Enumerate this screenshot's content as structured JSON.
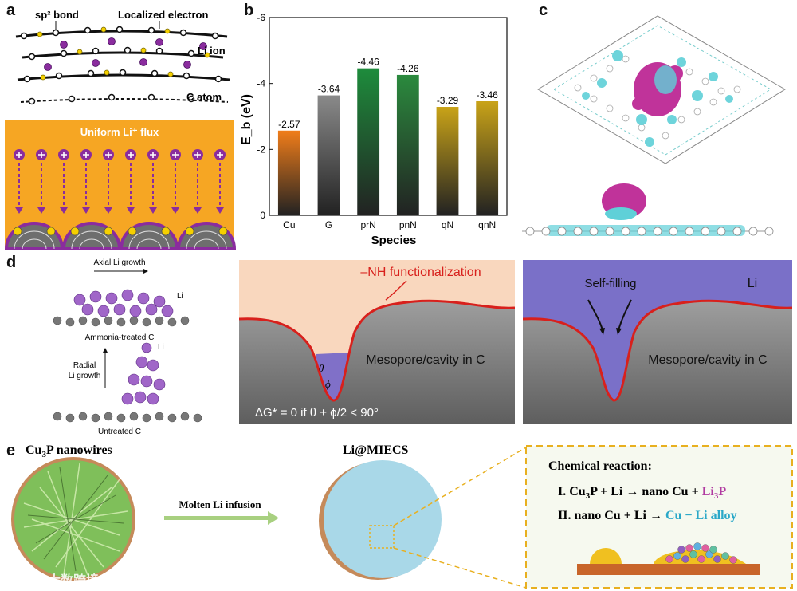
{
  "panel_letters": {
    "a": "a",
    "b": "b",
    "c": "c",
    "d": "d",
    "e": "e"
  },
  "panel_a": {
    "sp2_bond": "sp² bond",
    "localized_electron": "Localized electron",
    "li_ion": "Li ion",
    "c_atom": "C atom",
    "uniform_flux": "Uniform Li⁺ flux",
    "colors": {
      "flux_bg": "#f6a623",
      "arrow": "#8a2c9e",
      "cation": "#8a2c9e",
      "electron": "#f5d000"
    }
  },
  "chart_data": {
    "type": "bar",
    "categories": [
      "Cu",
      "G",
      "prN",
      "pnN",
      "qN",
      "qnN"
    ],
    "values": [
      -2.57,
      -3.64,
      -4.46,
      -4.26,
      -3.29,
      -3.46
    ],
    "value_labels": [
      "-2.57",
      "-3.64",
      "-4.46",
      "-4.26",
      "-3.29",
      "-3.46"
    ],
    "colors": [
      "#f07d1a",
      "#8a8a8a",
      "#1e8c3c",
      "#2b8a3e",
      "#c9a318",
      "#c9a318"
    ],
    "xlabel": "Species",
    "ylabel": "E_b (eV)",
    "ylim": [
      0,
      -6
    ],
    "yticks": [
      0,
      -2,
      -4,
      -6
    ],
    "ytick_labels": [
      "0",
      "-2",
      "-4",
      "-6"
    ],
    "inverted_y": true
  },
  "panel_d": {
    "axial": "Axial Li growth",
    "li_top": "Li",
    "ammonia": "Ammonia-treated C",
    "radial": "Radial\nLi growth",
    "radial_line1": "Radial",
    "radial_line2": "Li growth",
    "li_bottom": "Li",
    "untreated": "Untreated C",
    "nh": "–NH functionalization",
    "mesopore_left": "Mesopore/cavity in C",
    "theta": "θ",
    "phi": "ϕ",
    "delta_g": "ΔG* = 0 if θ + ϕ/2 < 90°",
    "self_filling": "Self-filling",
    "li_right": "Li",
    "mesopore_right": "Mesopore/cavity in C"
  },
  "panel_e": {
    "cu3p_prefix": "Cu",
    "cu3p_sub": "3",
    "cu3p_suffix": "P nanowires",
    "li_miecs": "Li@MIECS",
    "molten": "Molten Li infusion",
    "chem_title": "Chemical reaction:",
    "r1_prefix": "I. Cu",
    "r1_sub": "3",
    "r1_mid": "P + Li → nano Cu + ",
    "r1_product": "Li",
    "r1_product_sub": "3",
    "r1_product_end": "P",
    "r2_prefix": "II. nano Cu + Li → ",
    "r2_product": "Cu − Li alloy"
  },
  "watermark": "大数跨境"
}
